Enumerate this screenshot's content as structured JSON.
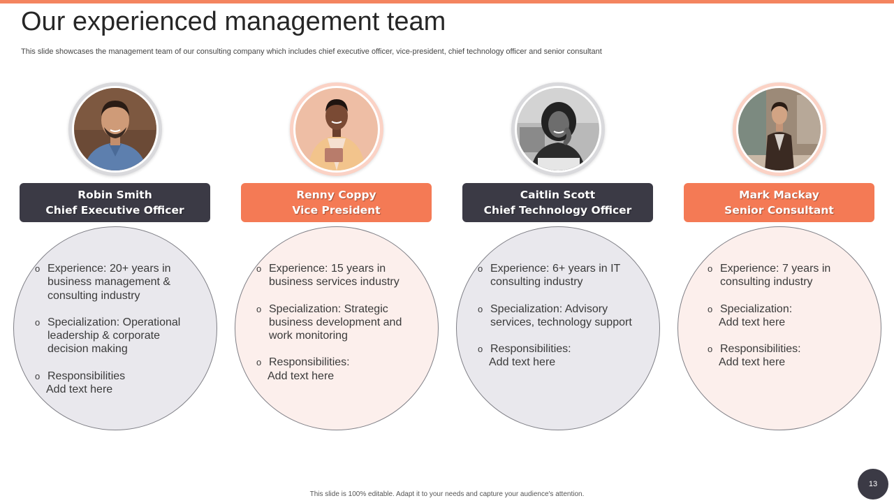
{
  "slide": {
    "title": "Our experienced management team",
    "subtitle": "This slide showcases the management team of our consulting company which includes chief executive officer, vice-president, chief technology officer and senior consultant",
    "footer": "This slide is 100% editable. Adapt it to your needs and capture your audience's attention.",
    "page_number": "13",
    "colors": {
      "accent": "#f47a55",
      "dark": "#3b3a45",
      "gray_circle": "#e9e8ed",
      "peach_circle": "#fcefec"
    }
  },
  "team": [
    {
      "name": "Robin Smith",
      "role": "Chief Executive Officer",
      "experience": "Experience: 20+ years in business management & consulting industry",
      "specialization": "Specialization: Operational leadership & corporate decision making",
      "responsibilities": "Responsibilities",
      "responsibilities_text": "Add text here"
    },
    {
      "name": "Renny Coppy",
      "role": "Vice President",
      "experience": "Experience: 15 years in business services industry",
      "specialization": "Specialization: Strategic business development and work monitoring",
      "responsibilities": "Responsibilities:",
      "responsibilities_text": "Add text here"
    },
    {
      "name": "Caitlin Scott",
      "role": "Chief Technology Officer",
      "experience": "Experience: 6+ years in IT consulting industry",
      "specialization": "Specialization: Advisory services, technology support",
      "responsibilities": "Responsibilities:",
      "responsibilities_text": "Add text here"
    },
    {
      "name": "Mark Mackay",
      "role": "Senior Consultant",
      "experience": "Experience: 7 years in consulting industry",
      "specialization": "Specialization:",
      "specialization_text": "Add text here",
      "responsibilities": "Responsibilities:",
      "responsibilities_text": "Add text here"
    }
  ]
}
